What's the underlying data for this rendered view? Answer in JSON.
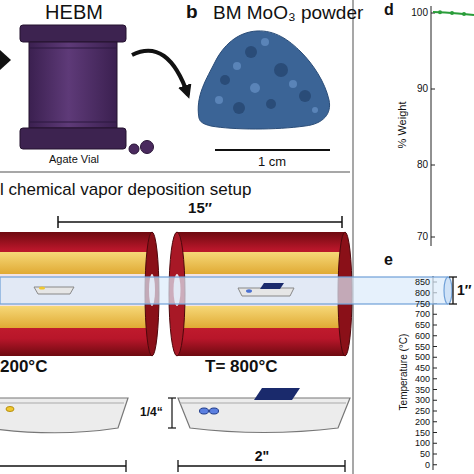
{
  "diagram": {
    "nodes": [
      {
        "text": [
          "HEBM",
          "Agate Vial"
        ]
      },
      {
        "text": [
          "BM MoO₃ powder"
        ]
      }
    ],
    "edges": [
      {
        "from": 0,
        "to": 1,
        "arrow": "to"
      }
    ],
    "labels": [
      "b",
      "1 cm",
      "d",
      "100",
      "90",
      "80",
      "70",
      "% Weight",
      "e",
      "850",
      "800",
      "750",
      "700",
      "650",
      "600",
      "550",
      "500",
      "450",
      "400",
      "350",
      "300",
      "250",
      "200",
      "150",
      "100",
      "50",
      "0",
      "Temperature (°C)",
      "l chemical vapor deposition setup",
      "15″",
      "1″",
      "200°C",
      "T= 800°C",
      "1/4“",
      "2\""
    ]
  }
}
